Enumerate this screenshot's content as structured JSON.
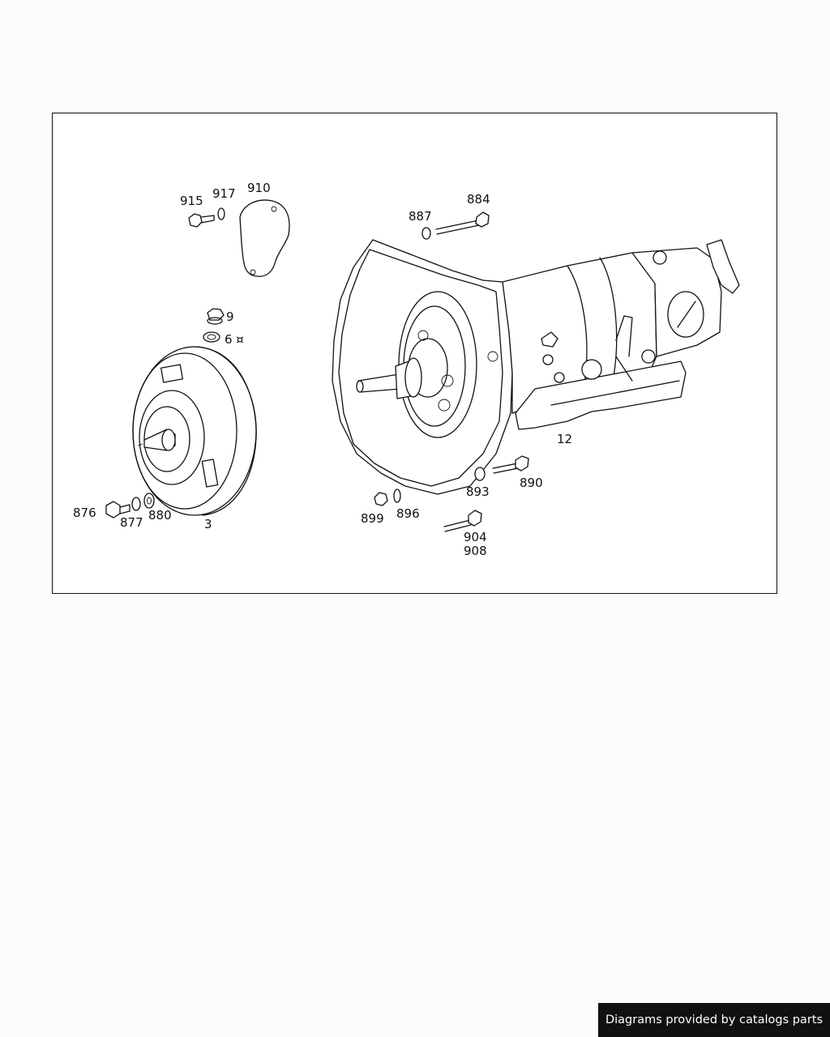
{
  "diagram": {
    "callouts": [
      {
        "id": "915",
        "text": "915"
      },
      {
        "id": "917",
        "text": "917"
      },
      {
        "id": "910",
        "text": "910"
      },
      {
        "id": "884",
        "text": "884"
      },
      {
        "id": "887",
        "text": "887"
      },
      {
        "id": "9",
        "text": "9"
      },
      {
        "id": "6",
        "text": "6 ¤"
      },
      {
        "id": "12",
        "text": "12"
      },
      {
        "id": "893",
        "text": "893"
      },
      {
        "id": "890",
        "text": "890"
      },
      {
        "id": "899",
        "text": "899"
      },
      {
        "id": "896",
        "text": "896"
      },
      {
        "id": "876",
        "text": "876"
      },
      {
        "id": "877",
        "text": "877"
      },
      {
        "id": "880",
        "text": "880"
      },
      {
        "id": "3",
        "text": "3"
      },
      {
        "id": "904",
        "text": "904"
      },
      {
        "id": "908",
        "text": "908"
      }
    ]
  },
  "footer": {
    "credit": "Diagrams provided by catalogs parts"
  }
}
